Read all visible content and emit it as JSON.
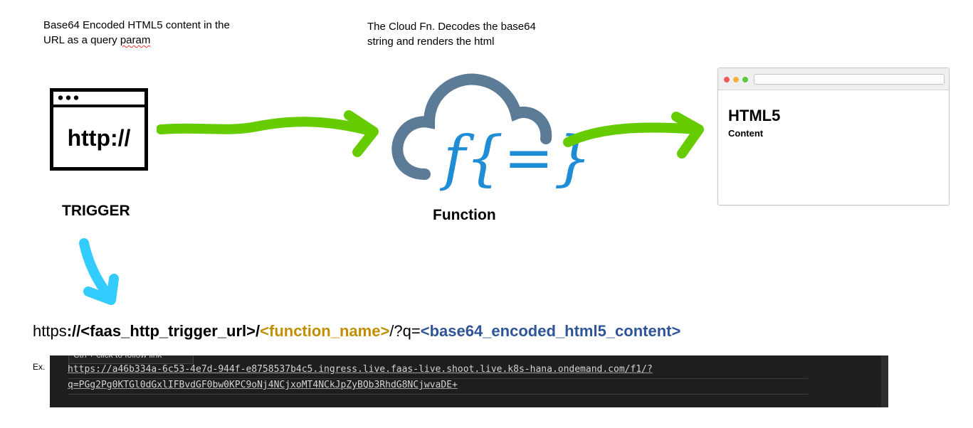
{
  "captions": {
    "trigger_note_line1": "Base64 Encoded HTML5 content in the",
    "trigger_note_line2_pre": "URL as a query ",
    "trigger_note_line2_word": "param",
    "function_note_line1": "The Cloud Fn. Decodes the base64",
    "function_note_line2": "string and renders the html"
  },
  "trigger": {
    "icon_text": "http://",
    "label": "TRIGGER"
  },
  "function": {
    "icon_text": "f{=}",
    "label": "Function"
  },
  "browser": {
    "heading": "HTML5",
    "content": "Content"
  },
  "url_template": {
    "scheme": "https",
    "sep1": "://",
    "host": "<faas_http_trigger_url>",
    "sep2": "/",
    "fn": "<function_name>",
    "query": "/?q=",
    "payload": "<base64_encoded_html5_content>"
  },
  "example": {
    "label": "Ex.",
    "tooltip": "Ctrl + click to follow link",
    "line1": "https://a46b334a-6c53-4e7d-944f-e8758537b4c5.ingress.live.faas-live.shoot.live.k8s-hana.ondemand.com/f1/?",
    "line2": "q=PGg2Pg0KTGl0dGxlIFBvdGF0bw0KPC9oNj4NCjxoMT4NCkJpZyBQb3RhdG8NCjwvaDE+"
  },
  "colors": {
    "arrow_green": "#66cc00",
    "arrow_blue": "#33ccff",
    "cloud": "#5b7b97",
    "fn_blue": "#1f8dd6",
    "fn_name": "#bf8f00",
    "payload": "#2f5597"
  }
}
